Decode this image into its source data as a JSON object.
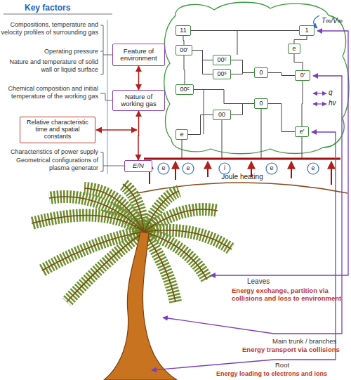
{
  "diagram": {
    "title": "Key factors",
    "nodes": [
      {
        "text": [
          "Feature of environment"
        ]
      },
      {
        "text": [
          "Nature of working gas"
        ]
      },
      {
        "text": [
          "Relative characteristic time and spatial constants"
        ]
      },
      {
        "text": [
          "E/N"
        ]
      },
      {
        "text": [
          "11"
        ]
      },
      {
        "text": [
          "1"
        ]
      },
      {
        "text": [
          "00'"
        ]
      },
      {
        "text": [
          "e"
        ]
      },
      {
        "text": [
          "00ᶜ"
        ]
      },
      {
        "text": [
          "00ˢ"
        ]
      },
      {
        "text": [
          "0"
        ]
      },
      {
        "text": [
          "0'"
        ]
      },
      {
        "text": [
          "00ᶜ"
        ]
      },
      {
        "text": [
          "0"
        ]
      },
      {
        "text": [
          "00"
        ]
      },
      {
        "text": [
          "e"
        ]
      },
      {
        "text": [
          "e'"
        ]
      },
      {
        "text": [
          "e"
        ]
      },
      {
        "text": [
          "e"
        ]
      },
      {
        "text": [
          "i"
        ]
      },
      {
        "text": [
          "e"
        ]
      },
      {
        "text": [
          "e"
        ]
      }
    ],
    "edges": [
      {
        "from": 0,
        "to": 1,
        "arrow": "both"
      },
      {
        "from": 1,
        "to": 3,
        "arrow": "both"
      },
      {
        "from": 4,
        "to": 5,
        "arrow": "none"
      },
      {
        "from": 4,
        "to": 6,
        "arrow": "none"
      },
      {
        "from": 5,
        "to": 7,
        "arrow": "none"
      },
      {
        "from": 6,
        "to": 8,
        "arrow": "none"
      },
      {
        "from": 6,
        "to": 9,
        "arrow": "none"
      },
      {
        "from": 8,
        "to": 10,
        "arrow": "none"
      },
      {
        "from": 9,
        "to": 10,
        "arrow": "none"
      },
      {
        "from": 10,
        "to": 11,
        "arrow": "none"
      },
      {
        "from": 7,
        "to": 11,
        "arrow": "none"
      },
      {
        "from": 6,
        "to": 12,
        "arrow": "none"
      },
      {
        "from": 12,
        "to": 13,
        "arrow": "none"
      },
      {
        "from": 13,
        "to": 14,
        "arrow": "none"
      },
      {
        "from": 14,
        "to": 15,
        "arrow": "none"
      },
      {
        "from": 13,
        "to": 16,
        "arrow": "none"
      },
      {
        "from": 11,
        "to": 16,
        "arrow": "none"
      }
    ],
    "labels": [
      "Compositions, temperature and velocity profiles of surrounding gas",
      "Operating pressure",
      "Nature and temperature of solid wall or liquid surface",
      "Chemical composition and initial temperature of the working gas",
      "Characteristics of power supply",
      "Geometrical configurations of plasma generator",
      "T∞/V∞",
      "q",
      "hν",
      "Joule heating",
      "Leaves",
      "Energy exchange, partition via collisions and loss to environment",
      "Main trunk / branches",
      "Energy transport via collisions",
      "Root",
      "Energy loading to electrons and ions"
    ]
  }
}
